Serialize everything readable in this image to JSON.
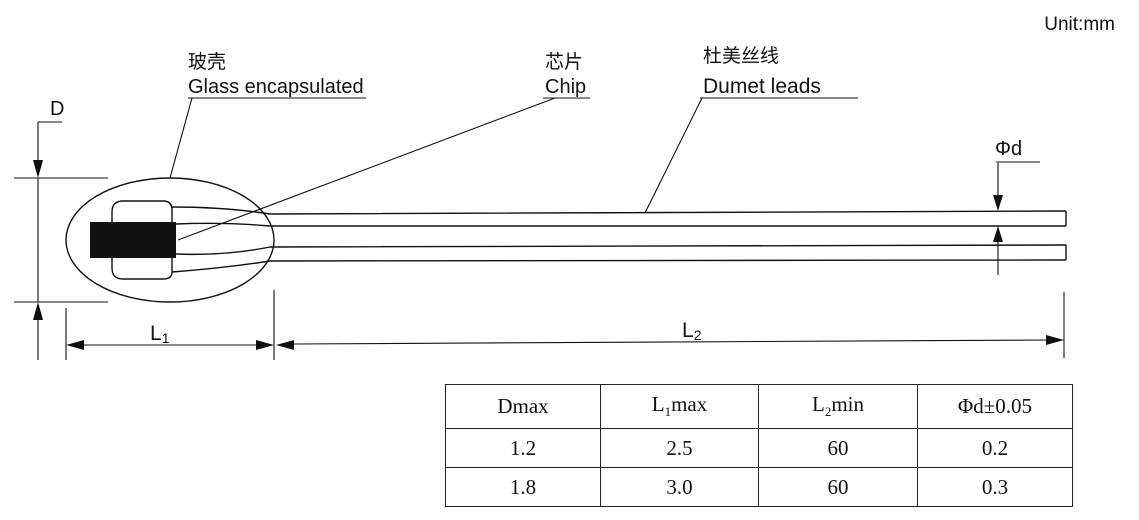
{
  "unit": "Unit:mm",
  "labels": {
    "glass_zh": "玻壳",
    "glass_en": "Glass encapsulated",
    "chip_zh": "芯片",
    "chip_en": "Chip",
    "leads_zh": "杜美丝线",
    "leads_en": "Dumet leads",
    "dim_D": "D",
    "dim_phid": "Φd",
    "dim_L1": "L",
    "dim_L1_sub": "1",
    "dim_L2": "L",
    "dim_L2_sub": "2"
  },
  "table": {
    "headers": [
      {
        "main": "Dmax",
        "sub": "",
        "rest": ""
      },
      {
        "main": "L",
        "sub": "1",
        "rest": "max"
      },
      {
        "main": "L",
        "sub": "2",
        "rest": "min"
      },
      {
        "main": "Φd±0.05",
        "sub": "",
        "rest": ""
      }
    ],
    "rows": [
      [
        "1.2",
        "2.5",
        "60",
        "0.2"
      ],
      [
        "1.8",
        "3.0",
        "60",
        "0.3"
      ]
    ]
  }
}
